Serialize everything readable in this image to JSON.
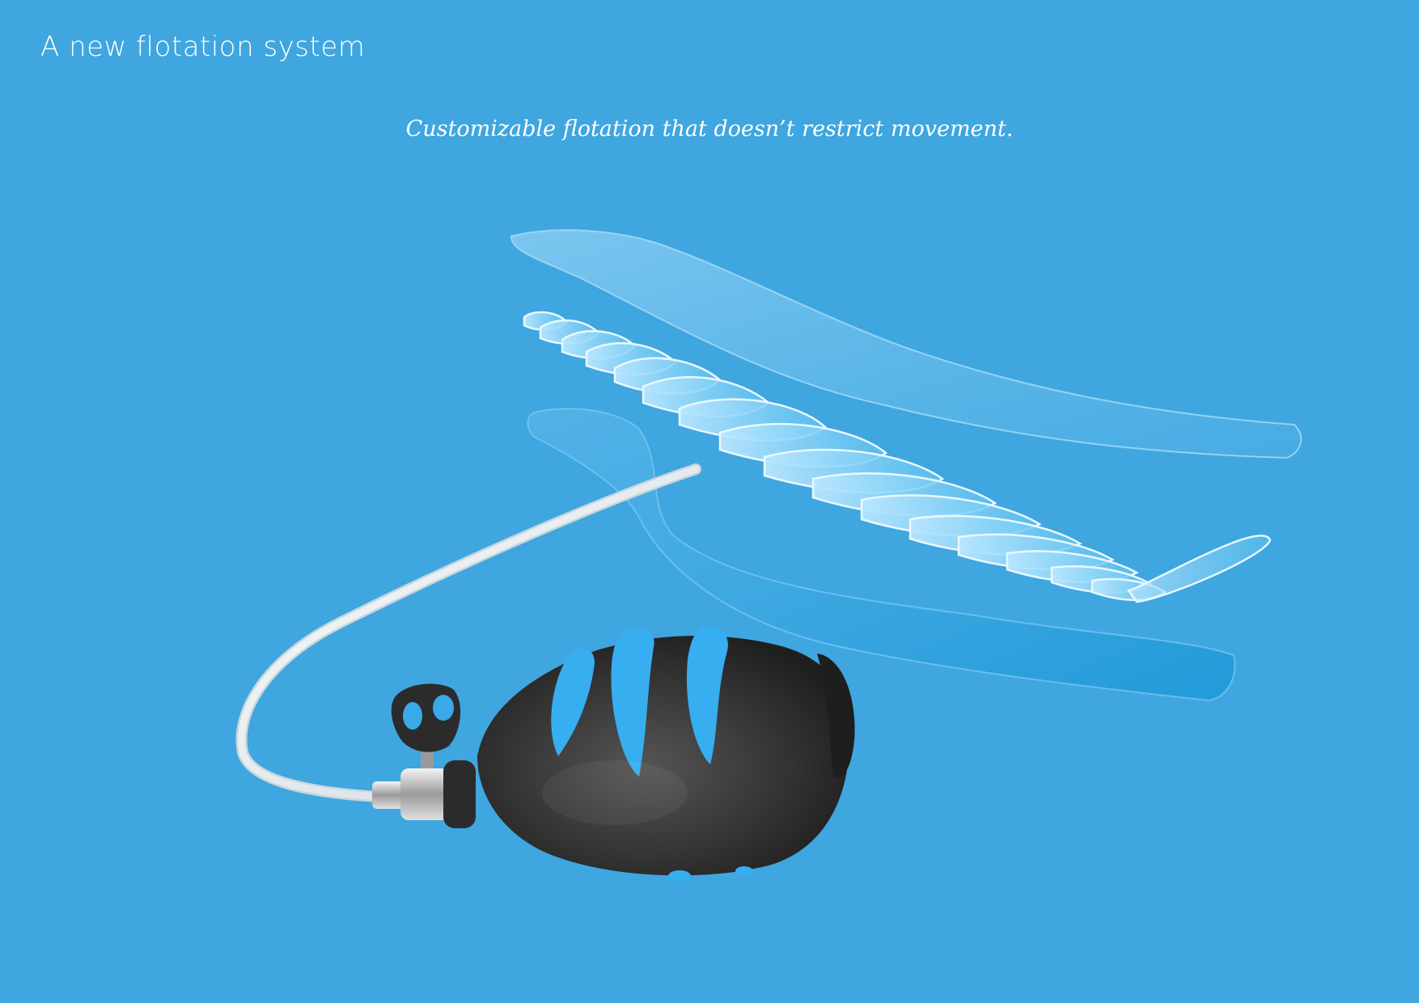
{
  "page": {
    "title": "A new flotation system",
    "subtitle": "Customizable flotation that doesn’t restrict movement."
  },
  "colors": {
    "background": "#3fa6df",
    "bulb": "#2e2e2e",
    "accent_blue": "#37aef0",
    "clear_plastic": "#bfe8ff",
    "tube": "#e8eef2"
  },
  "illustration": {
    "name": "flotation-device-render"
  }
}
